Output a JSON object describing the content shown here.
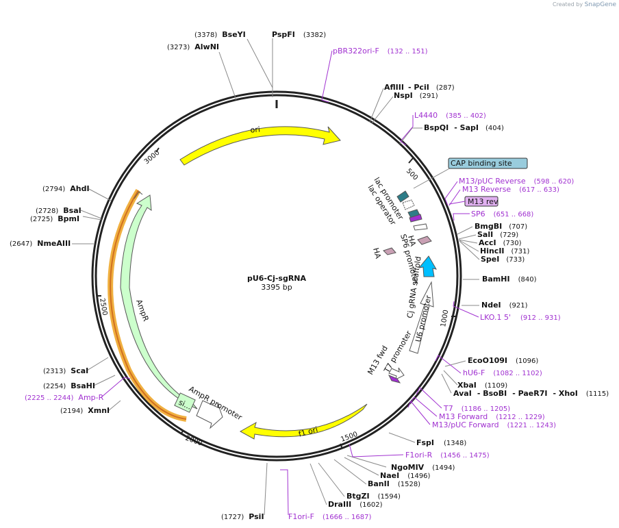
{
  "credit": {
    "prefix": "Created by",
    "brand": "SnapGene"
  },
  "plasmid": {
    "name": "pU6-Cj-sgRNA",
    "size": "3395 bp"
  },
  "enzymes": [
    {
      "name": "BseYI",
      "pos": "(3378)"
    },
    {
      "name": "PspFI",
      "pos": "(3382)"
    },
    {
      "name": "AlwNI",
      "pos": "(3273)"
    },
    {
      "name": "AflIII",
      "name2": "PciI",
      "pos": "(287)"
    },
    {
      "name": "NspI",
      "pos": "(291)"
    },
    {
      "name": "BspQI",
      "name2": "SapI",
      "pos": "(404)"
    },
    {
      "name": "BmgBI",
      "pos": "(707)"
    },
    {
      "name": "SalI",
      "pos": "(729)"
    },
    {
      "name": "AccI",
      "pos": "(730)"
    },
    {
      "name": "HincII",
      "pos": "(731)"
    },
    {
      "name": "SpeI",
      "pos": "(733)"
    },
    {
      "name": "BamHI",
      "pos": "(840)"
    },
    {
      "name": "NdeI",
      "pos": "(921)"
    },
    {
      "name": "EcoO109I",
      "pos": "(1096)"
    },
    {
      "name": "XbaI",
      "pos": "(1109)"
    },
    {
      "name": "AvaI",
      "name2": "BsoBI",
      "name3": "PaeR7I",
      "name4": "XhoI",
      "pos": "(1115)"
    },
    {
      "name": "FspI",
      "pos": "(1348)"
    },
    {
      "name": "NgoMIV",
      "pos": "(1494)"
    },
    {
      "name": "NaeI",
      "pos": "(1496)"
    },
    {
      "name": "BanII",
      "pos": "(1528)"
    },
    {
      "name": "BtgZI",
      "pos": "(1594)"
    },
    {
      "name": "DraIII",
      "pos": "(1602)"
    },
    {
      "name": "PsiI",
      "pos": "(1727)"
    },
    {
      "name": "XmnI",
      "pos": "(2194)"
    },
    {
      "name": "BsaHI",
      "pos": "(2254)"
    },
    {
      "name": "ScaI",
      "pos": "(2313)"
    },
    {
      "name": "NmeAIII",
      "pos": "(2647)"
    },
    {
      "name": "BpmI",
      "pos": "(2725)"
    },
    {
      "name": "BsaI",
      "pos": "(2728)"
    },
    {
      "name": "AhdI",
      "pos": "(2794)"
    }
  ],
  "primers": [
    {
      "name": "pBR322ori-F",
      "range": "(132 .. 151)"
    },
    {
      "name": "L4440",
      "range": "(385 .. 402)"
    },
    {
      "name": "M13/pUC Reverse",
      "range": "(598 .. 620)"
    },
    {
      "name": "M13 Reverse",
      "range": "(617 .. 633)"
    },
    {
      "name": "M13 rev",
      "range": ""
    },
    {
      "name": "SP6",
      "range": "(651 .. 668)"
    },
    {
      "name": "LKO.1 5'",
      "range": "(912 .. 931)"
    },
    {
      "name": "hU6-F",
      "range": "(1082 .. 1102)"
    },
    {
      "name": "T7",
      "range": "(1186 .. 1205)"
    },
    {
      "name": "M13 Forward",
      "range": "(1212 .. 1229)"
    },
    {
      "name": "M13/pUC Forward",
      "range": "(1221 .. 1243)"
    },
    {
      "name": "F1ori-R",
      "range": "(1456 .. 1475)"
    },
    {
      "name": "F1ori-F",
      "range": "(1666 .. 1687)"
    },
    {
      "name": "Amp-R",
      "range": "(2225 .. 2244)"
    }
  ],
  "features": {
    "ori": "ori",
    "f1ori": "f1 ori",
    "ampr": "AmpR",
    "ampr_promoter": "AmpR promoter",
    "sig": "si...",
    "cap": "CAP binding site",
    "lac_promoter": "lac promoter",
    "lac_operator": "lac operator",
    "ha1": "HA",
    "ha2": "HA",
    "sp6_promoter": "SP6 promoter",
    "scaffold": "Cj gRNA scaffold",
    "u6": "U6 promoter",
    "t7_promoter": "T7 promoter",
    "m13_fwd": "M13 fwd"
  },
  "ticks": [
    "500",
    "1000",
    "1500",
    "2000",
    "2500",
    "3000"
  ],
  "colors": {
    "ori": "#ffff00",
    "ampr": "#ccffcc",
    "primer": "#a030d0",
    "cap": "#99ccdd",
    "teal": "#2e7d88",
    "scaffold": "#00bfff",
    "ha": "#c9a0b4",
    "m13rev": "#e0b0f0",
    "amp_outline": "#f0b040"
  }
}
